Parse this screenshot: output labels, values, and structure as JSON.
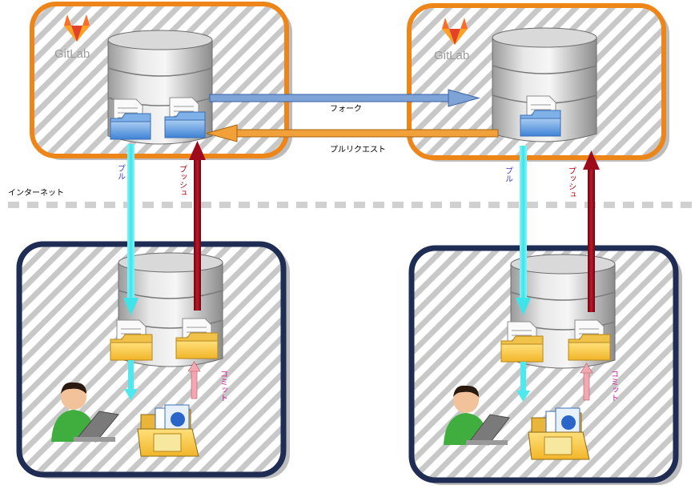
{
  "brand": {
    "name": "GitLab",
    "colors": {
      "orange": "#ee8a23",
      "logo_red": "#e24329",
      "logo_orange": "#fc6d26",
      "logo_yellow": "#fca326"
    }
  },
  "colors": {
    "server_border": "#ef8519",
    "local_border": "#1f2d55",
    "fork_arrow": "#6f93c9",
    "pullreq_arrow": "#f09a2a",
    "pull_arrow": "#4de9ef",
    "push_arrow": "#9e0c1c",
    "commit_arrow": "#f3a8b0",
    "label_pull": "#3b3bbf",
    "label_push": "#b00010",
    "label_commit": "#d1129a"
  },
  "labels": {
    "fork": "フォーク",
    "pull_request": "プルリクエスト",
    "internet": "インターネット",
    "pull": "プル",
    "push": "プッシュ",
    "commit": "コミット"
  },
  "icons": [
    "gitlab-logo-icon",
    "database-icon",
    "document-icon",
    "folder-icon",
    "user-laptop-icon",
    "open-folder-icon"
  ]
}
